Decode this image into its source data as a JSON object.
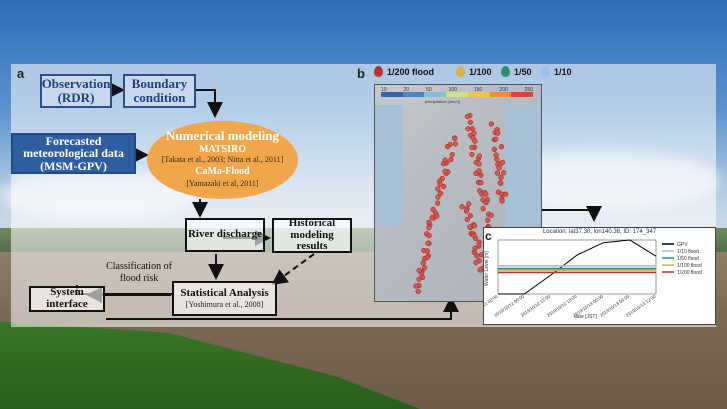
{
  "panels": {
    "a": "a",
    "b": "b",
    "c": "c"
  },
  "boxes": {
    "observation": "Observation (RDR)",
    "boundary": "Boundary condition",
    "forecast": "Forecasted meteorological data (MSM-GPV)",
    "river": "River discharge",
    "historical": "Historical modeling results",
    "statistical": "Statistical Analysis",
    "statistical_ref": "[Yoshimura et al., 2008]",
    "system": "System interface"
  },
  "oval": {
    "title": "Numerical modeling",
    "model1": "MATSIRO",
    "ref1": "[Takata et al., 2003; Nitta et al., 2011]",
    "model2": "CaMa-Flood",
    "ref2": "[Yamazaki et al, 2011]"
  },
  "classification": "Classification of flood risk",
  "legend": [
    {
      "label": "1/200 flood",
      "color": "#b5332e"
    },
    {
      "label": "1/100",
      "color": "#d8b24a"
    },
    {
      "label": "1/50",
      "color": "#2f8f6a"
    },
    {
      "label": "1/10",
      "color": "#9cc3e6"
    }
  ],
  "map": {
    "colorbar_ticks": [
      "10",
      "20",
      "50",
      "100",
      "150",
      "200",
      "250"
    ],
    "colorbar_unit": "precipitation [mm/h]",
    "colorbar_colors": [
      "#3a5fb0",
      "#4b86c8",
      "#7fc0d8",
      "#cfe08a",
      "#f3c250",
      "#ef8a3a",
      "#d8423a"
    ]
  },
  "chart_data": {
    "type": "line",
    "title": "Location: lat37.30, lon140.38, ID: 174_347",
    "xlabel": "date [JST]",
    "ylabel": "Water Level [m]",
    "x": [
      "2019/10/12 00:00",
      "2019/10/12 06:00",
      "2019/10/12 12:00",
      "2019/10/12 18:00",
      "2019/10/13 00:00",
      "2019/10/13 06:00",
      "2019/10/13 12:00"
    ],
    "series": [
      {
        "name": "GPV",
        "color": "#000000",
        "values": [
          0.0,
          0.0,
          0.35,
          0.72,
          0.95,
          1.0,
          0.7
        ]
      },
      {
        "name": "1/10 flood",
        "color": "#9cc3e6",
        "values": [
          0.52,
          0.52,
          0.52,
          0.52,
          0.52,
          0.52,
          0.52
        ]
      },
      {
        "name": "1/50 flood",
        "color": "#2f8f6a",
        "values": [
          0.47,
          0.47,
          0.47,
          0.47,
          0.47,
          0.47,
          0.47
        ]
      },
      {
        "name": "1/100 flood",
        "color": "#d8b24a",
        "values": [
          0.44,
          0.44,
          0.44,
          0.44,
          0.44,
          0.44,
          0.44
        ]
      },
      {
        "name": "1/200 flood",
        "color": "#b5332e",
        "values": [
          0.4,
          0.4,
          0.4,
          0.4,
          0.4,
          0.4,
          0.4
        ]
      }
    ]
  }
}
